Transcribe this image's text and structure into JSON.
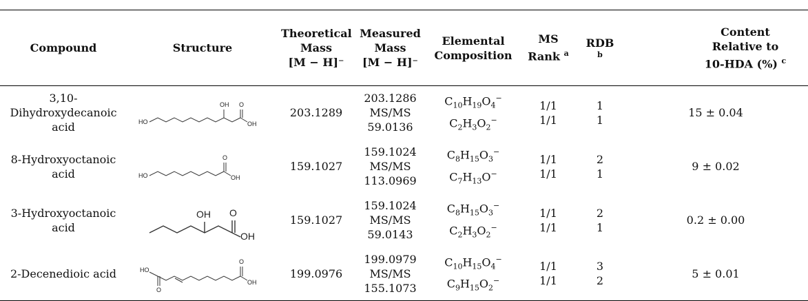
{
  "headers": {
    "compound": "Compound",
    "structure": "Structure",
    "theo": [
      "Theoretical",
      "Mass",
      "[M − H]⁻"
    ],
    "meas": [
      "Measured",
      "Mass",
      "[M − H]⁻"
    ],
    "elem": [
      "Elemental",
      "Composition"
    ],
    "ms_rank": [
      "MS",
      "Rank"
    ],
    "ms_rank_sup": "a",
    "rdb": "RDB",
    "rdb_sup": "b",
    "content": [
      "Content",
      "Relative to",
      "10-HDA (%)"
    ],
    "content_sup": "c"
  },
  "rows": [
    {
      "compound": "3,10-Dihydroxydecanoic acid",
      "theoretical": "203.1289",
      "measured": [
        "203.1286",
        "MS/MS",
        "59.0136"
      ],
      "composition": [
        {
          "parts": [
            [
              "C",
              ""
            ],
            [
              "10",
              "sub"
            ],
            [
              "H",
              ""
            ],
            [
              "19",
              "sub"
            ],
            [
              "O",
              ""
            ],
            [
              "4",
              "sub"
            ],
            [
              "−",
              "sup"
            ]
          ]
        },
        {
          "parts": [
            [
              "C",
              ""
            ],
            [
              "2",
              "sub"
            ],
            [
              "H",
              ""
            ],
            [
              "3",
              "sub"
            ],
            [
              "O",
              ""
            ],
            [
              "2",
              "sub"
            ],
            [
              "−",
              "sup"
            ]
          ]
        }
      ],
      "rank": [
        "1/1",
        "1/1"
      ],
      "rdb": [
        "1",
        "1"
      ],
      "content": "15 ± 0.04",
      "structure_labels": [
        "HO",
        "OH",
        "O",
        "OH"
      ]
    },
    {
      "compound": "8-Hydroxyoctanoic acid",
      "theoretical": "159.1027",
      "measured": [
        "159.1024",
        "MS/MS",
        "113.0969"
      ],
      "composition": [
        {
          "parts": [
            [
              "C",
              ""
            ],
            [
              "8",
              "sub"
            ],
            [
              "H",
              ""
            ],
            [
              "15",
              "sub"
            ],
            [
              "O",
              ""
            ],
            [
              "3",
              "sub"
            ],
            [
              "−",
              "sup"
            ]
          ]
        },
        {
          "parts": [
            [
              "C",
              ""
            ],
            [
              "7",
              "sub"
            ],
            [
              "H",
              ""
            ],
            [
              "13",
              "sub"
            ],
            [
              "O",
              ""
            ],
            [
              "−",
              "sup"
            ]
          ]
        }
      ],
      "rank": [
        "1/1",
        "1/1"
      ],
      "rdb": [
        "2",
        "1"
      ],
      "content": "9 ± 0.02",
      "structure_labels": [
        "HO",
        "O",
        "OH"
      ]
    },
    {
      "compound": "3-Hydroxyoctanoic acid",
      "theoretical": "159.1027",
      "measured": [
        "159.1024",
        "MS/MS",
        "59.0143"
      ],
      "composition": [
        {
          "parts": [
            [
              "C",
              ""
            ],
            [
              "8",
              "sub"
            ],
            [
              "H",
              ""
            ],
            [
              "15",
              "sub"
            ],
            [
              "O",
              ""
            ],
            [
              "3",
              "sub"
            ],
            [
              "−",
              "sup"
            ]
          ]
        },
        {
          "parts": [
            [
              "C",
              ""
            ],
            [
              "2",
              "sub"
            ],
            [
              "H",
              ""
            ],
            [
              "3",
              "sub"
            ],
            [
              "O",
              ""
            ],
            [
              "2",
              "sub"
            ],
            [
              "−",
              "sup"
            ]
          ]
        }
      ],
      "rank": [
        "1/1",
        "1/1"
      ],
      "rdb": [
        "2",
        "1"
      ],
      "content": "0.2 ± 0.00",
      "structure_labels": [
        "OH",
        "O",
        "OH"
      ]
    },
    {
      "compound": "2-Decenedioic acid",
      "theoretical": "199.0976",
      "measured": [
        "199.0979",
        "MS/MS",
        "155.1073"
      ],
      "composition": [
        {
          "parts": [
            [
              "C",
              ""
            ],
            [
              "10",
              "sub"
            ],
            [
              "H",
              ""
            ],
            [
              "15",
              "sub"
            ],
            [
              "O",
              ""
            ],
            [
              "4",
              "sub"
            ],
            [
              "−",
              "sup"
            ]
          ]
        },
        {
          "parts": [
            [
              "C",
              ""
            ],
            [
              "9",
              "sub"
            ],
            [
              "H",
              ""
            ],
            [
              "15",
              "sub"
            ],
            [
              "O",
              ""
            ],
            [
              "2",
              "sub"
            ],
            [
              "−",
              "sup"
            ]
          ]
        }
      ],
      "rank": [
        "1/1",
        "1/1"
      ],
      "rdb": [
        "3",
        "2"
      ],
      "content": "5 ± 0.01",
      "structure_labels": [
        "HO",
        "O",
        "O",
        "OH"
      ]
    }
  ]
}
